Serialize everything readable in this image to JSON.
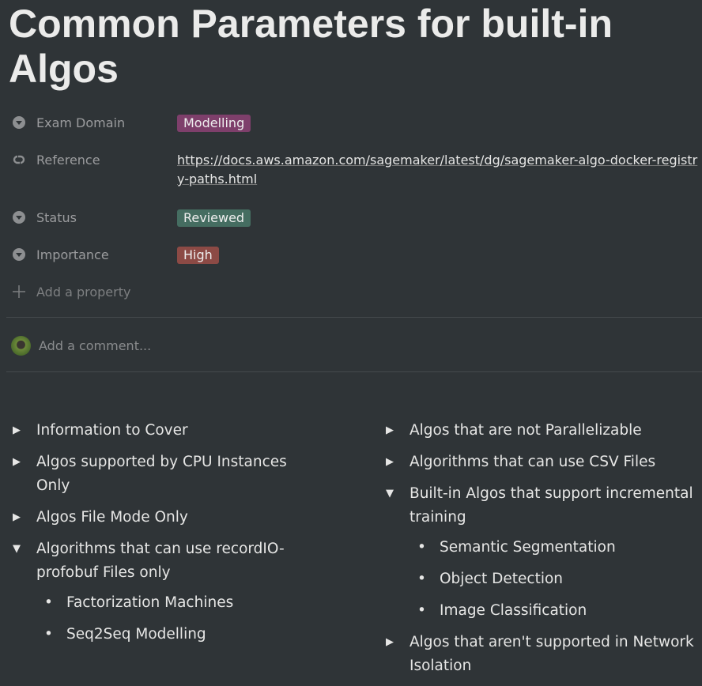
{
  "page": {
    "title": "Common Parameters for built-in Algos"
  },
  "properties": [
    {
      "label": "Exam Domain",
      "icon": "select-icon",
      "value": "Modelling",
      "color": "#7e3f6b"
    },
    {
      "label": "Reference",
      "icon": "link-icon",
      "value": "https://docs.aws.amazon.com/sagemaker/latest/dg/sagemaker-algo-docker-registry-paths.html"
    },
    {
      "label": "Status",
      "icon": "select-icon",
      "value": "Reviewed",
      "color": "#456d61"
    },
    {
      "label": "Importance",
      "icon": "select-icon",
      "value": "High",
      "color": "#8c4a45"
    }
  ],
  "add_property": "Add a property",
  "comment": {
    "placeholder": "Add a comment..."
  },
  "left_toggles": [
    {
      "label": "Information to Cover",
      "open": false
    },
    {
      "label": "Algos supported by CPU Instances Only",
      "open": false
    },
    {
      "label": "Algos File Mode Only",
      "open": false
    },
    {
      "label": "Algorithms that can use recordIO-profobuf Files only",
      "open": true,
      "items": [
        "Factorization Machines",
        "Seq2Seq Modelling"
      ]
    }
  ],
  "right_toggles": [
    {
      "label": "Algos that are not Parallelizable",
      "open": false
    },
    {
      "label": "Algorithms that can use CSV Files",
      "open": false
    },
    {
      "label": "Built-in Algos that support incremental training",
      "open": true,
      "items": [
        "Semantic Segmentation",
        "Object Detection",
        "Image Classification"
      ]
    },
    {
      "label": "Algos that aren't supported in Network Isolation",
      "open": false
    }
  ]
}
